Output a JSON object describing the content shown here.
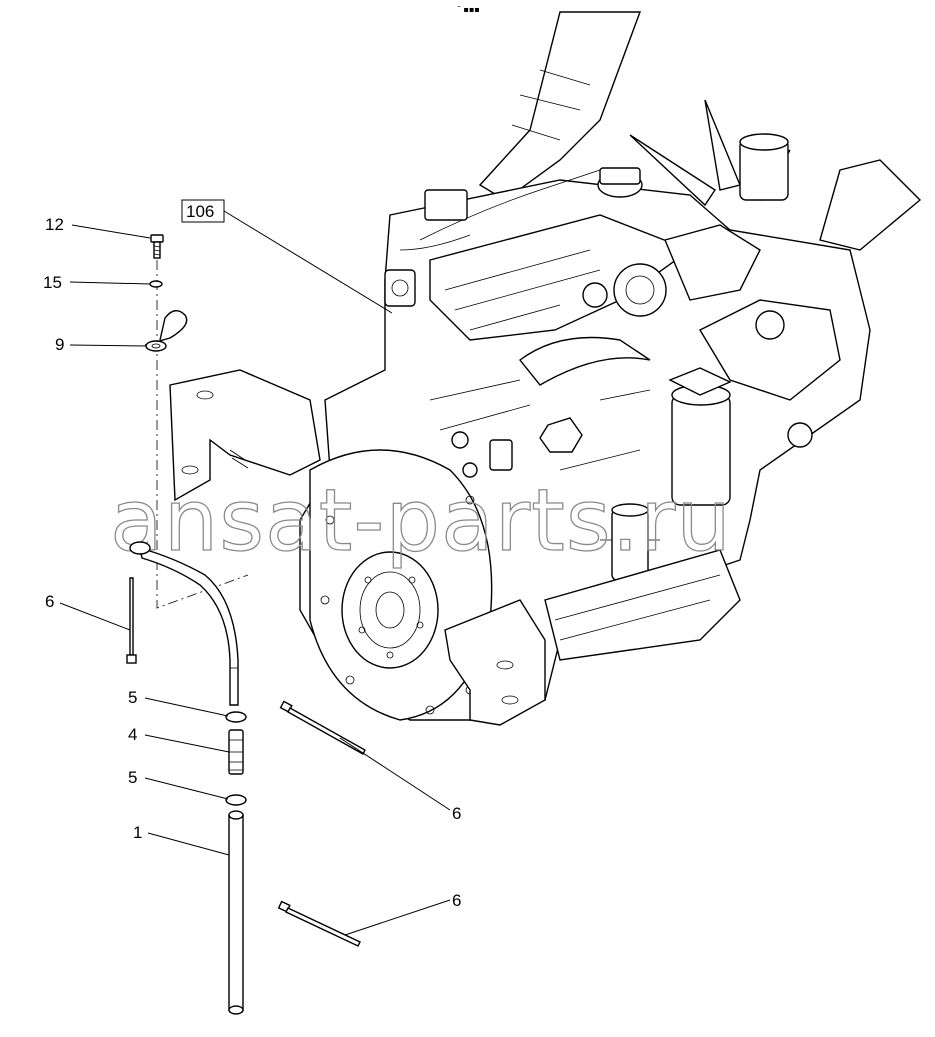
{
  "watermark": "ansat-parts.ru",
  "corner_mark": "˜ ▪▪▪",
  "callouts": {
    "ref_106": "106",
    "c12": "12",
    "c15": "15",
    "c9": "9",
    "c6_left": "6",
    "c5_top": "5",
    "c4": "4",
    "c5_bottom": "5",
    "c1": "1",
    "c6_mid": "6",
    "c6_bottom": "6"
  }
}
